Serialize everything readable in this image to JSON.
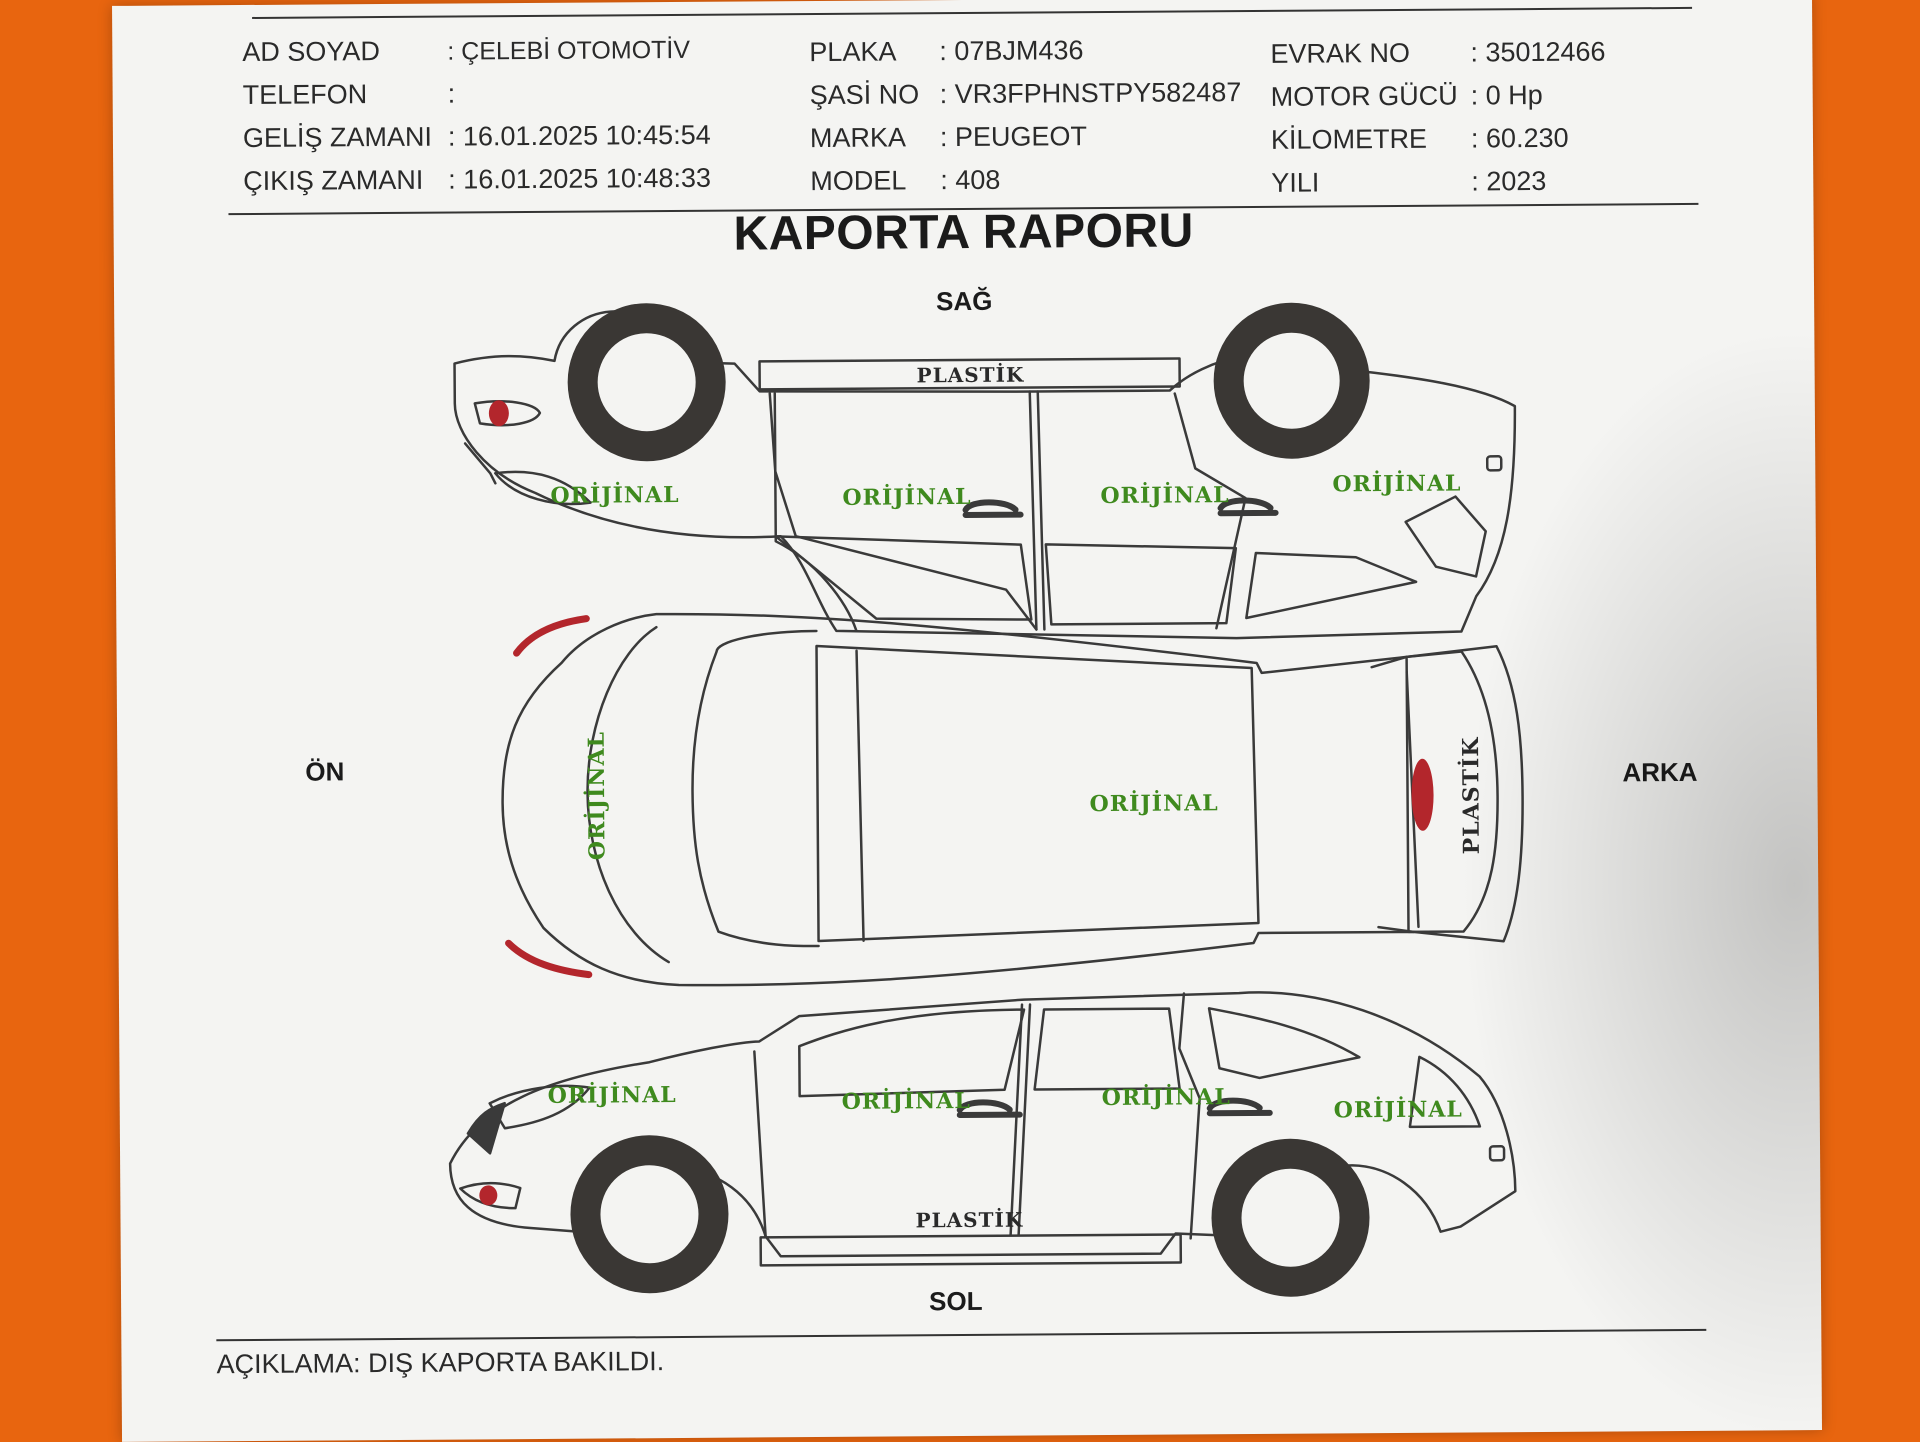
{
  "header": {
    "col1": [
      {
        "label": "AD SOYAD",
        "value": ": ÇELEBİ OTOMOTİV"
      },
      {
        "label": "TELEFON",
        "value": ":"
      },
      {
        "label": "GELİŞ ZAMANI",
        "value": ": 16.01.2025 10:45:54"
      },
      {
        "label": "ÇIKIŞ ZAMANI",
        "value": ": 16.01.2025 10:48:33"
      }
    ],
    "col2": [
      {
        "label": "PLAKA",
        "value": ": 07BJM436"
      },
      {
        "label": "ŞASİ NO",
        "value": ": VR3FPHNSTPY582487"
      },
      {
        "label": "MARKA",
        "value": ": PEUGEOT"
      },
      {
        "label": "MODEL",
        "value": ": 408"
      }
    ],
    "col3": [
      {
        "label": "EVRAK NO",
        "value": ": 35012466"
      },
      {
        "label": "MOTOR GÜCÜ",
        "value": ": 0 Hp"
      },
      {
        "label": "KİLOMETRE",
        "value": ": 60.230"
      },
      {
        "label": "YILI",
        "value": ": 2023"
      }
    ]
  },
  "report_title": "KAPORTA RAPORU",
  "directions": {
    "right": "SAĞ",
    "left": "SOL",
    "front": "ÖN",
    "rear": "ARKA"
  },
  "right_side": {
    "roof_rail": "PLASTİK",
    "front_fender": "ORİJİNAL",
    "front_door": "ORİJİNAL",
    "rear_door": "ORİJİNAL",
    "rear_fender": "ORİJİNAL"
  },
  "top_view": {
    "hood": "ORİJİNAL",
    "roof": "ORİJİNAL",
    "tailgate": "PLASTİK"
  },
  "left_side": {
    "front_fender": "ORİJİNAL",
    "front_door": "ORİJİNAL",
    "rear_door": "ORİJİNAL",
    "rear_fender": "ORİJİNAL",
    "sill": "PLASTİK"
  },
  "description": "AÇIKLAMA: DIŞ KAPORTA BAKILDI.",
  "colors": {
    "original": "#3f8a1e",
    "paper": "#f4f4f2",
    "background": "#e8650f",
    "lamp": "#b3262c"
  }
}
